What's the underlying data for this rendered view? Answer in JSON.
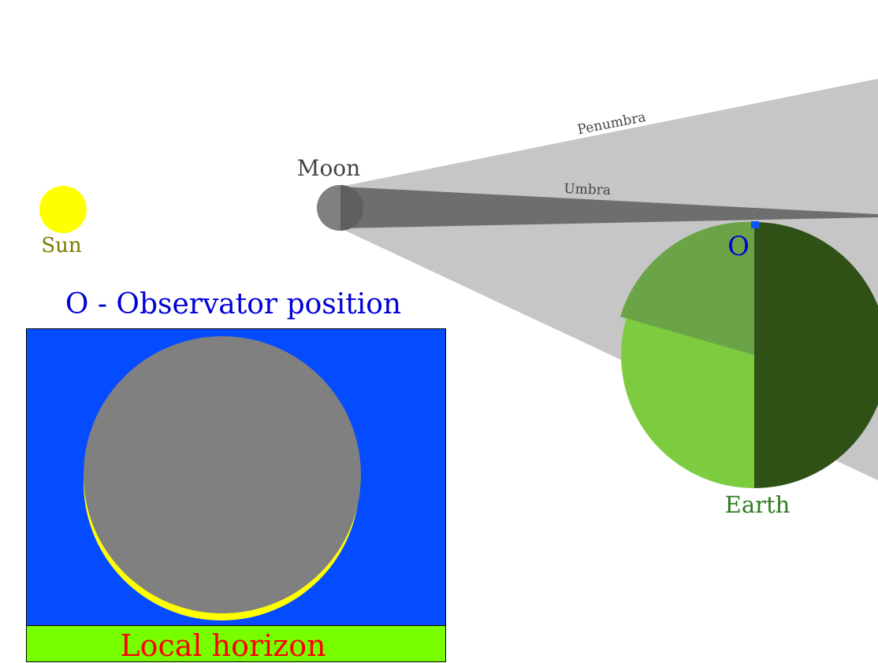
{
  "labels": {
    "sun": "Sun",
    "moon": "Moon",
    "penumbra": "Penumbra",
    "umbra": "Umbra",
    "observer_marker": "O",
    "earth": "Earth",
    "legend": "O - Observator position",
    "horizon": "Local horizon"
  },
  "colors": {
    "sun": "#ffff00",
    "sun_label": "#7b7b00",
    "moon": "#808080",
    "moon_dark": "#5f5f5f",
    "penumbra": "#c6c6c6",
    "umbra": "#6e6e6e",
    "earth_day": "#7dcc40",
    "earth_shaded": "#6ba447",
    "earth_night": "#2f5116",
    "earth_label": "#2e7a1e",
    "observer": "#0000d8",
    "observer_dot": "#0a55ff",
    "sky": "#054bff",
    "ground": "#77ff00",
    "horizon_label": "#ff0000",
    "moon_label": "#444444"
  }
}
